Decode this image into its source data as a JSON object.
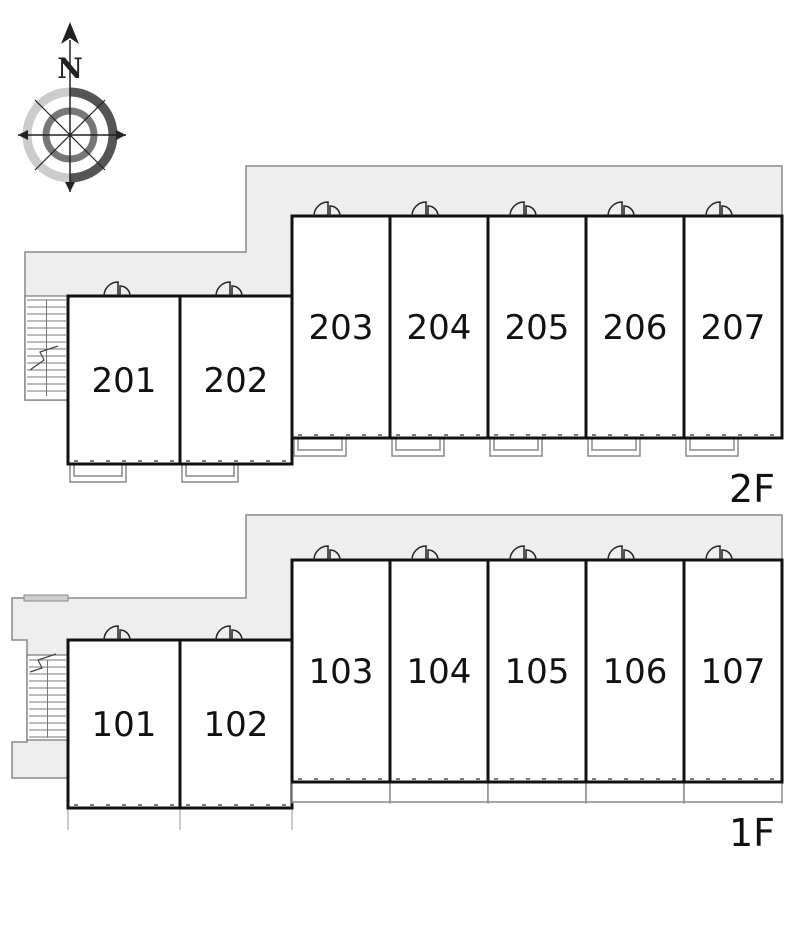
{
  "compass": {
    "north_label": "N"
  },
  "floors": [
    {
      "label": "2F",
      "rooms": [
        "201",
        "202",
        "203",
        "204",
        "205",
        "206",
        "207"
      ]
    },
    {
      "label": "1F",
      "rooms": [
        "101",
        "102",
        "103",
        "104",
        "105",
        "106",
        "107"
      ]
    }
  ]
}
